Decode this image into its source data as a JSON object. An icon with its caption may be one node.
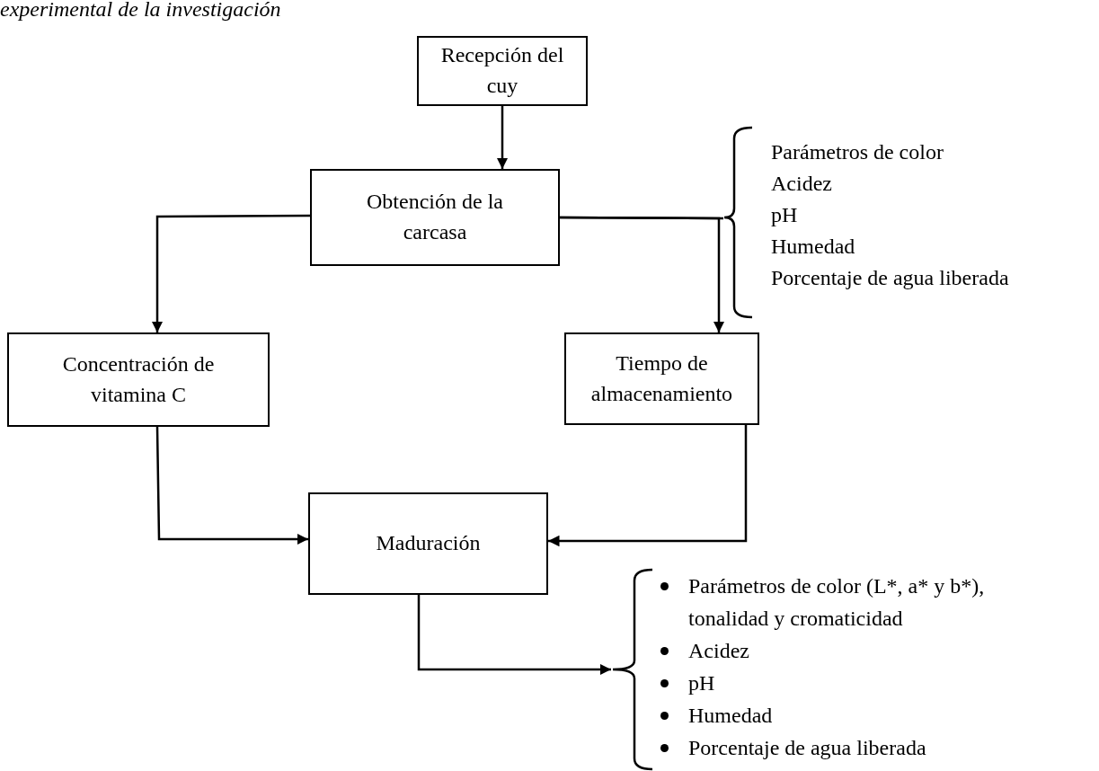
{
  "diagram": {
    "title": "experimental de la investigación",
    "nodes": [
      {
        "text": [
          "Recepción del cuy"
        ]
      },
      {
        "text": [
          "Obtención de la carcasa"
        ]
      },
      {
        "text": [
          "Concentración de vitamina C"
        ]
      },
      {
        "text": [
          "Tiempo de almacenamiento"
        ]
      },
      {
        "text": [
          "Maduración"
        ]
      },
      {
        "text": [
          "Parámetros de color",
          "Acidez",
          "pH",
          "Humedad",
          "Porcentaje de agua liberada"
        ]
      },
      {
        "text": [
          "Parámetros de color (L*, a* y b*), tonalidad y cromaticidad",
          "Acidez",
          "pH",
          "Humedad",
          "Porcentaje de agua liberada"
        ]
      }
    ],
    "edges": [
      {
        "from": 0,
        "to": 1,
        "arrow": "to"
      },
      {
        "from": 1,
        "to": 2,
        "arrow": "to"
      },
      {
        "from": 1,
        "to": 3,
        "arrow": "to"
      },
      {
        "from": 1,
        "to": 5,
        "arrow": "none"
      },
      {
        "from": 2,
        "to": 4,
        "arrow": "to"
      },
      {
        "from": 3,
        "to": 4,
        "arrow": "to"
      },
      {
        "from": 4,
        "to": 6,
        "arrow": "to"
      }
    ]
  }
}
